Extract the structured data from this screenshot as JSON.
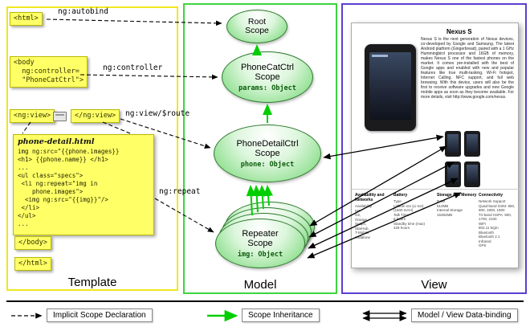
{
  "columns": {
    "template_label": "Template",
    "model_label": "Model",
    "view_label": "View"
  },
  "template": {
    "html_open": "<html>",
    "body_open_lines": [
      "<body",
      "  ng:controller=",
      "  \"PhoneCatCtrl\">"
    ],
    "ng_view_open": "<ng:view>",
    "ng_view_close": "</ng:view>",
    "code_filename": "phone-detail.html",
    "code_lines": [
      "img ng:src=\"{{phone.images}}",
      "<h1> {{phone.name}} </h1>",
      "...",
      "<ul class=\"specs\">",
      " <li ng:repeat=\"img in",
      "    phone.images\">",
      "  <img ng:src=\"{{img}}\"/>",
      " </li>",
      "</ul>",
      "..."
    ],
    "body_close": "</body>",
    "html_close": "</html>"
  },
  "labels": {
    "ng_autobind": "ng:autobind",
    "ng_controller": "ng:controller",
    "ng_view_route": "ng:view/$route",
    "ng_repeat": "ng:repeat"
  },
  "scopes": {
    "root": {
      "title_lines": [
        "Root",
        "Scope"
      ]
    },
    "phonecat": {
      "title_lines": [
        "PhoneCatCtrl",
        "Scope"
      ],
      "binding": "params: Object"
    },
    "phonedetail": {
      "title_lines": [
        "PhoneDetailCtrl",
        "Scope"
      ],
      "binding": "phone: Object"
    },
    "repeater": {
      "title_lines": [
        "Repeater",
        "Scope"
      ],
      "binding": "img: Object"
    }
  },
  "view": {
    "phone_title": "Nexus S",
    "description": "Nexus S is the next generation of Nexus devices, co-developed by Google and Samsung. The latest Android platform (Gingerbread), paired with a 1 GHz Hummingbird processor and 16GB of memory, makes Nexus S one of the fastest phones on the market. It comes pre-installed with the best of Google apps and enabled with new and popular features like true multi-tasking, Wi-Fi hotspot, Internet Calling, NFC support, and full web browsing. With this device, users will also be the first to receive software upgrades and new Google mobile apps as soon as they become available. For more details, visit http://www.google.com/nexus.",
    "specs": [
      {
        "header": "Availability and Networks",
        "items": [
          "Availability",
          "M7,",
          "O2,",
          "Orange,",
          "Snapfi,",
          "StarHub,",
          "T-Mobile,",
          "Vodafone"
        ]
      },
      {
        "header": "Battery",
        "items": [
          "Type",
          "Lithium Ion (Li-Ion)",
          "(1500 mAH)",
          "Talk Time",
          "6 hours",
          "Standby time (max)",
          "428 hours"
        ]
      },
      {
        "header": "Storage and Memory",
        "items": [
          "RAM",
          "512MB",
          "Internal Storage",
          "16384MB"
        ]
      },
      {
        "header": "Connectivity",
        "items": [
          "Network Support",
          "Quad-band GSM: 850,",
          "900, 1800, 1900",
          "Tri-band HSPA: 900,",
          "1700, 2100",
          "WiFi",
          "802.11 b/g/n",
          "Bluetooth",
          "Bluetooth 2.1",
          "Infrared",
          "GPS"
        ]
      }
    ]
  },
  "legend": [
    {
      "label": "Implicit Scope Declaration"
    },
    {
      "label": "Scope Inheritance"
    },
    {
      "label": "Model / View Data-binding"
    }
  ]
}
